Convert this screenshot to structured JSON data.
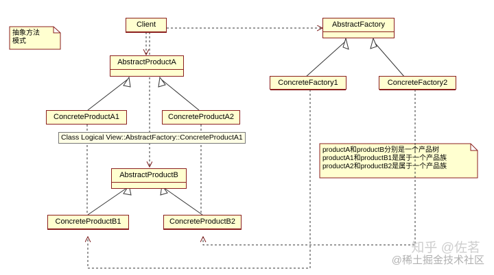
{
  "classes": {
    "client": "Client",
    "abstract_factory": "AbstractFactory",
    "abstract_product_a": "AbstractProductA",
    "concrete_factory_1": "ConcreteFactory1",
    "concrete_factory_2": "ConcreteFactory2",
    "concrete_product_a1": "ConcreteProductA1",
    "concrete_product_a2": "ConcreteProductA2",
    "abstract_product_b": "AbstractProductB",
    "concrete_product_b1": "ConcreteProductB1",
    "concrete_product_b2": "ConcreteProductB2"
  },
  "notes": {
    "title_line1": "抽象方法",
    "title_line2": "模式",
    "family_line1": "productA和productB分别是一个产品树",
    "family_line2": "productA1和productB1是属于一个产品族",
    "family_line3": "productA2和productB2是属于一个产品族"
  },
  "tooltip": "Class Logical View::AbstractFactory::ConcreteProductA1",
  "watermark": {
    "line1": "知乎 @佐茗",
    "line2": "@稀土掘金技术社区"
  },
  "colors": {
    "box_fill": "#ffffd0",
    "box_border": "#8a1d1d",
    "line": "#333333"
  }
}
